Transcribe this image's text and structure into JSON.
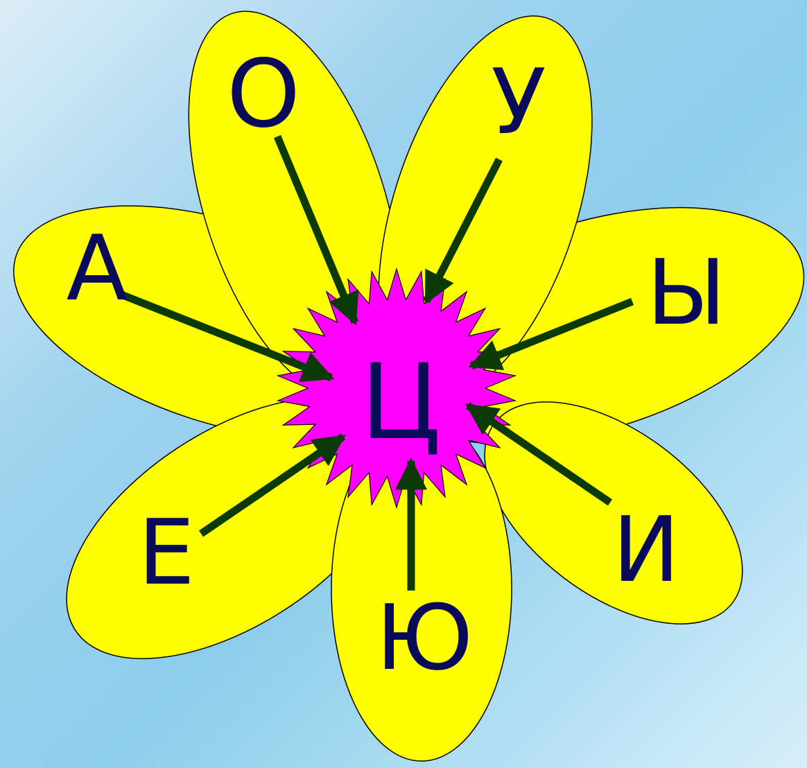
{
  "center": {
    "letter": "Ц",
    "color": "#ff00ff"
  },
  "petal_color": "#ffff00",
  "arrow_color": "#0b3a06",
  "letter_color": "#0a0a5a",
  "petals": [
    {
      "letter": "О"
    },
    {
      "letter": "У"
    },
    {
      "letter": "А"
    },
    {
      "letter": "Ы"
    },
    {
      "letter": "Е"
    },
    {
      "letter": "Ю"
    },
    {
      "letter": "И"
    }
  ]
}
